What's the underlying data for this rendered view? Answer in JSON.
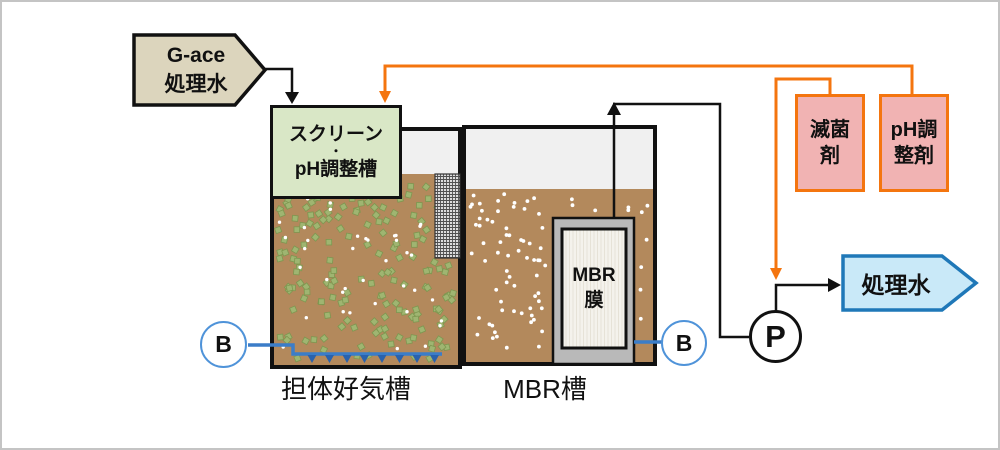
{
  "diagram": {
    "description": "wastewater treatment process flow",
    "nodes": {
      "influent": {
        "label": "G-ace\n処理水"
      },
      "screen_ph_tank": {
        "lines": [
          "スクリーン",
          "・",
          "pH調整槽"
        ]
      },
      "carrier_tank": {
        "label": "担体好気槽"
      },
      "mbr_tank": {
        "label": "MBR槽"
      },
      "membrane": {
        "label": "MBR\n膜"
      },
      "blower_left": {
        "label": "B"
      },
      "blower_right": {
        "label": "B"
      },
      "pump": {
        "label": "P"
      },
      "sterilizer": {
        "label": "滅菌\n剤"
      },
      "ph_adjuster": {
        "label": "pH調\n整剤"
      },
      "effluent": {
        "label": "処理水"
      }
    },
    "colors": {
      "accent_orange": "#f4750f",
      "chem_pink": "#f1b3b3",
      "screen_tank_green": "#d9e7c6",
      "influent_tan": "#dcd5bd",
      "effluent_blue_fill": "#c9e9f8",
      "effluent_blue_border": "#1f78b8",
      "blower_blue": "#4f93d9",
      "aeration_blue": "#3b7dc8",
      "tank_liquid_brown": "#b3895c",
      "tank_headspace_gray": "#f0f0f0",
      "line_black": "#111111"
    }
  }
}
